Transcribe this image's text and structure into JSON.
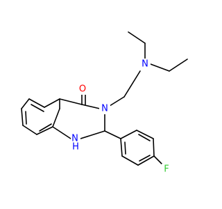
{
  "molecule": {
    "atoms": {
      "carbonyl_oxygen": "O",
      "ring_nitrogen_3": "N",
      "ring_nitrogen_1": "N",
      "ring_nh_hydrogen": "H",
      "amine_nitrogen": "N",
      "fluorine": "F"
    },
    "colors": {
      "oxygen": "#ff0000",
      "nitrogen": "#0000ff",
      "fluorine": "#33cc33",
      "bond": "#000000"
    }
  }
}
